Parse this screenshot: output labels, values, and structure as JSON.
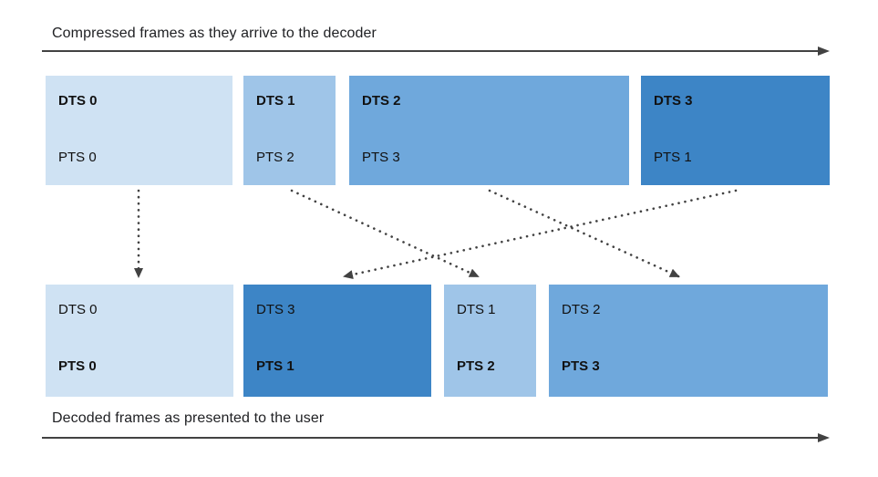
{
  "diagram": {
    "title_top": "Compressed frames as they arrive to the decoder",
    "title_bottom": "Decoded frames as presented to the user"
  },
  "compressed_frames": [
    {
      "dts": "DTS 0",
      "pts": "PTS 0",
      "shade": "lightest"
    },
    {
      "dts": "DTS 1",
      "pts": "PTS 2",
      "shade": "light"
    },
    {
      "dts": "DTS 2",
      "pts": "PTS 3",
      "shade": "medium"
    },
    {
      "dts": "DTS 3",
      "pts": "PTS 1",
      "shade": "dark"
    }
  ],
  "decoded_frames": [
    {
      "dts": "DTS 0",
      "pts": "PTS 0",
      "shade": "lightest"
    },
    {
      "dts": "DTS 3",
      "pts": "PTS 1",
      "shade": "dark"
    },
    {
      "dts": "DTS 1",
      "pts": "PTS 2",
      "shade": "light"
    },
    {
      "dts": "DTS 2",
      "pts": "PTS 3",
      "shade": "medium"
    }
  ],
  "connectors": [
    {
      "from_frame": "DTS 0 (compressed)",
      "to_frame": "DTS 0 (decoded)"
    },
    {
      "from_frame": "DTS 1 (compressed)",
      "to_frame": "DTS 1 (decoded)"
    },
    {
      "from_frame": "DTS 2 (compressed)",
      "to_frame": "DTS 2 (decoded)"
    },
    {
      "from_frame": "DTS 3 (compressed)",
      "to_frame": "DTS 3 (decoded)"
    }
  ],
  "colors": {
    "frame_lightest": "#cfe2f3",
    "frame_light": "#9fc5e8",
    "frame_medium": "#6fa8dc",
    "frame_dark": "#3d85c6",
    "axis_arrow": "#424242",
    "text": "#202124"
  }
}
